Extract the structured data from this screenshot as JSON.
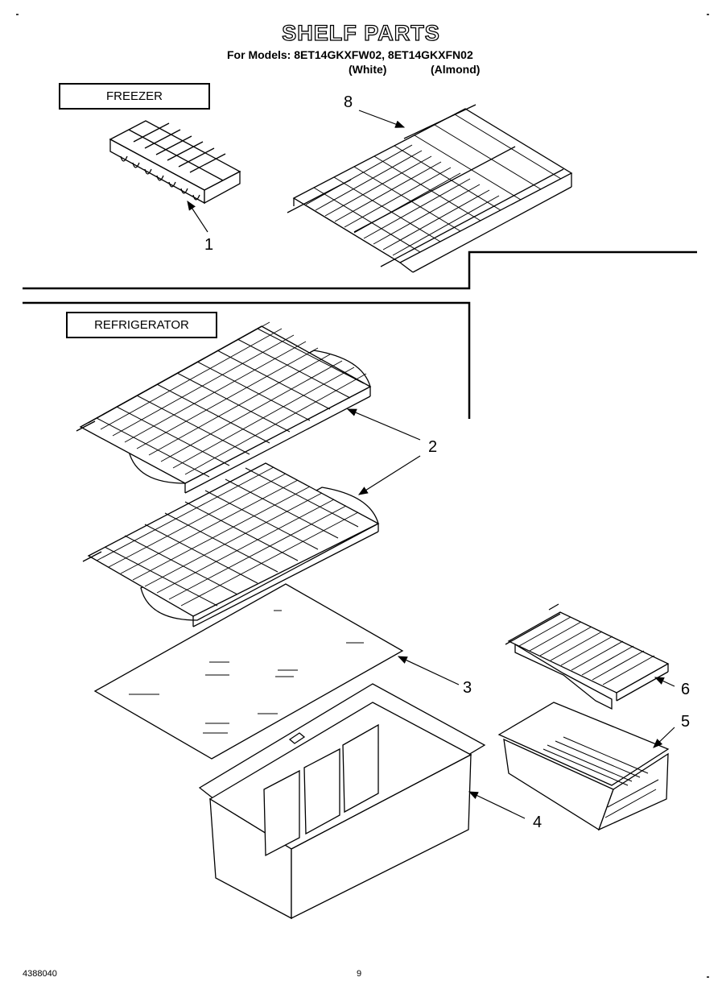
{
  "header": {
    "title": "SHELF PARTS",
    "models_line": "For Models: 8ET14GKXFW02, 8ET14GKXFN02",
    "finish_white": "(White)",
    "finish_almond": "(Almond)"
  },
  "sections": {
    "freezer": "FREEZER",
    "refrigerator": "REFRIGERATOR"
  },
  "callouts": {
    "c1": "1",
    "c2": "2",
    "c3": "3",
    "c4": "4",
    "c5": "5",
    "c6": "6",
    "c8": "8"
  },
  "footer": {
    "doc_number": "4388040",
    "page_number": "9"
  }
}
